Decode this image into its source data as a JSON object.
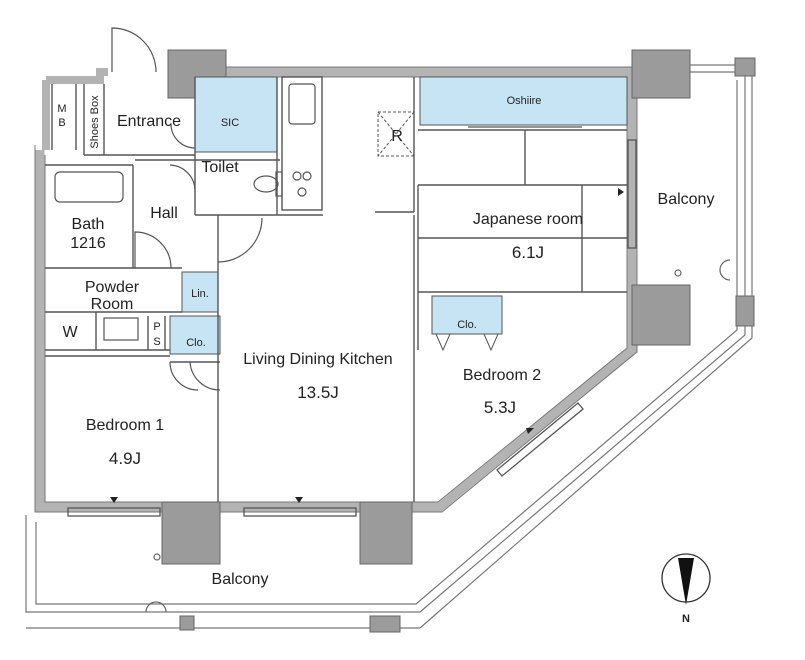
{
  "rooms": {
    "entrance": "Entrance",
    "shoes_box": "Shoes Box",
    "mb_top": "M",
    "mb_bottom": "B",
    "sic": "SIC",
    "toilet": "Toilet",
    "hall": "Hall",
    "bath": "Bath",
    "bath_size": "1216",
    "powder_line1": "Powder",
    "powder_line2": "Room",
    "lin": "Lin.",
    "washer": "W",
    "ps_top": "P",
    "ps_bottom": "S",
    "clo1": "Clo.",
    "clo2": "Clo.",
    "bedroom1": "Bedroom 1",
    "bedroom1_area": "4.9J",
    "ldk": "Living Dining Kitchen",
    "ldk_area": "13.5J",
    "bedroom2": "Bedroom 2",
    "bedroom2_area": "5.3J",
    "japanese": "Japanese room",
    "japanese_area": "6.1J",
    "oshiire": "Oshiire",
    "refrigerator": "R",
    "balcony_east": "Balcony",
    "balcony_south": "Balcony"
  },
  "compass": {
    "label": "N"
  },
  "colors": {
    "wall": "#b3b3b3",
    "column": "#9b9b9b",
    "storage": "#c6e4f4",
    "line": "#555555"
  }
}
